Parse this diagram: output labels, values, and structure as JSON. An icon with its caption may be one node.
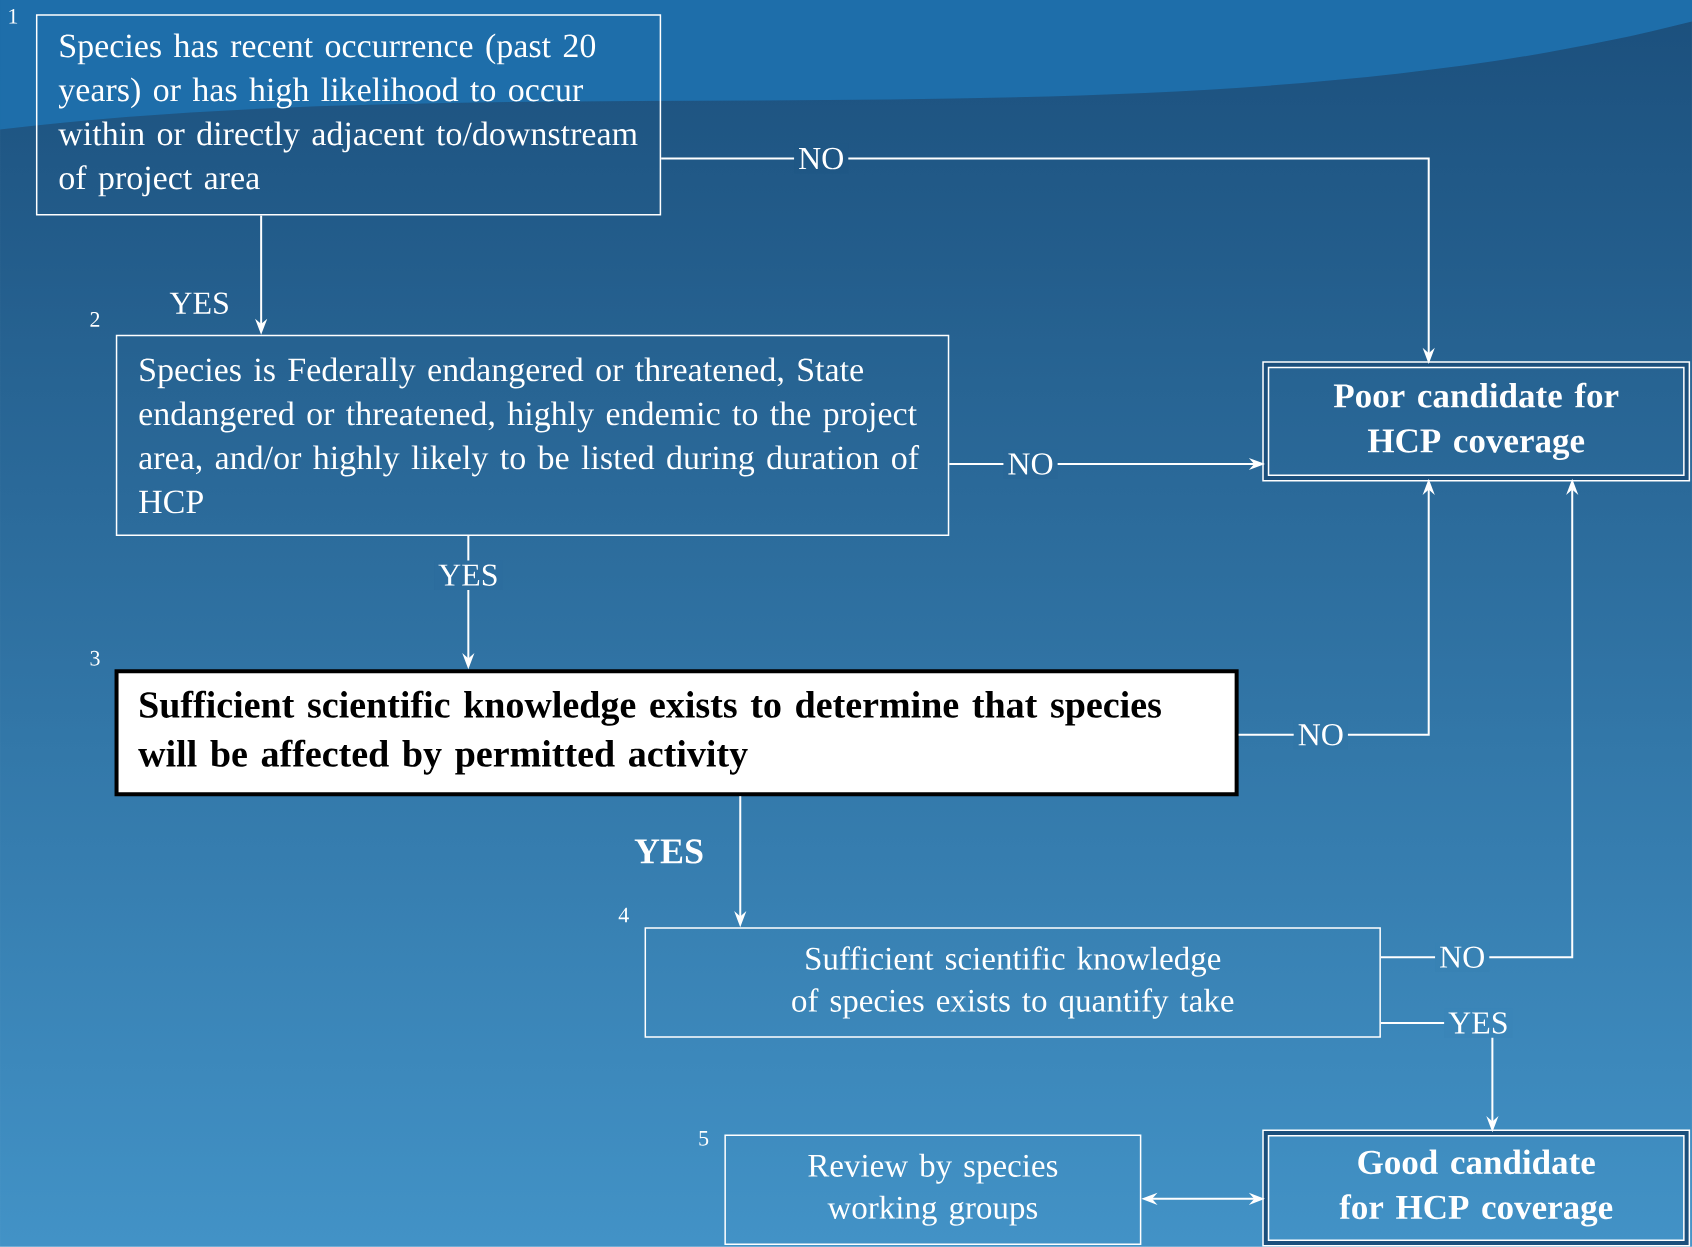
{
  "diagram": {
    "nodes": [
      {
        "text": [
          "Species has recent occurrence (past 20 years) or has high likelihood to occur within or directly adjacent to/downstream of project area"
        ],
        "beside": [
          "1"
        ]
      },
      {
        "text": [
          "Species is Federally endangered or threatened, State endangered or threatened, highly endemic to the project area, and/or highly likely to be listed during duration of HCP"
        ],
        "beside": [
          "2"
        ]
      },
      {
        "text": [
          "Sufficient scientific knowledge exists to determine that species will be affected by permitted activity"
        ],
        "beside": [
          "3"
        ]
      },
      {
        "text": [
          "Sufficient scientific knowledge of species exists to quantify take"
        ],
        "beside": [
          "4"
        ]
      },
      {
        "text": [
          "Review by species working groups"
        ],
        "beside": [
          "5"
        ]
      },
      {
        "text": [
          "Poor candidate for HCP coverage"
        ]
      },
      {
        "text": [
          "Good candidate for HCP coverage"
        ]
      }
    ],
    "edges": [
      {
        "from": 0,
        "to": 5,
        "arrow": "to",
        "label": "NO"
      },
      {
        "from": 0,
        "to": 1,
        "arrow": "to",
        "label": "YES"
      },
      {
        "from": 1,
        "to": 5,
        "arrow": "to",
        "label": "NO"
      },
      {
        "from": 1,
        "to": 2,
        "arrow": "to",
        "label": "YES"
      },
      {
        "from": 2,
        "to": 5,
        "arrow": "to",
        "label": "NO"
      },
      {
        "from": 2,
        "to": 3,
        "arrow": "to",
        "label": "YES"
      },
      {
        "from": 3,
        "to": 5,
        "arrow": "to",
        "label": "NO"
      },
      {
        "from": 3,
        "to": 6,
        "arrow": "to",
        "label": "YES"
      },
      {
        "from": 4,
        "to": 6,
        "arrow": "both"
      }
    ]
  }
}
